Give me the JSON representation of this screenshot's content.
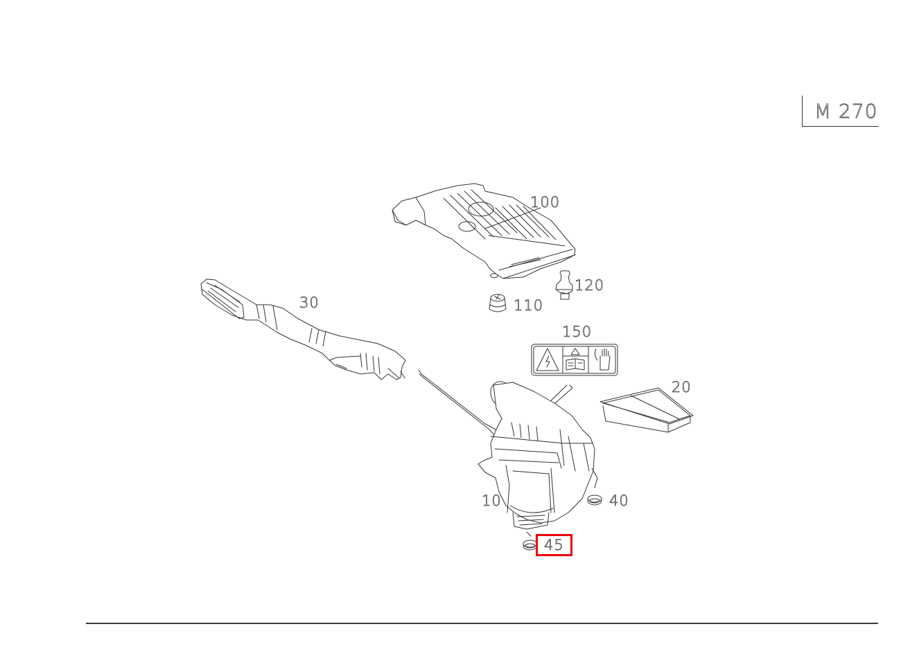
{
  "diagram": {
    "model_code": "M 270",
    "highlight_color": "#ee0000",
    "line_color": "#333333",
    "parts": [
      {
        "id": "part-10",
        "number": "10",
        "name": "air-filter-housing"
      },
      {
        "id": "part-20",
        "number": "20",
        "name": "air-filter-element"
      },
      {
        "id": "part-30",
        "number": "30",
        "name": "intake-air-duct"
      },
      {
        "id": "part-40",
        "number": "40",
        "name": "rubber-grommet"
      },
      {
        "id": "part-45",
        "number": "45",
        "name": "rubber-grommet-lower",
        "highlighted": true
      },
      {
        "id": "part-100",
        "number": "100",
        "name": "engine-cover"
      },
      {
        "id": "part-110",
        "number": "110",
        "name": "rubber-mount"
      },
      {
        "id": "part-120",
        "number": "120",
        "name": "ball-stud"
      },
      {
        "id": "part-150",
        "number": "150",
        "name": "warning-label"
      }
    ]
  },
  "labels": {
    "p10": "10",
    "p20": "20",
    "p30": "30",
    "p40": "40",
    "p45": "45",
    "p100": "100",
    "p110": "110",
    "p120": "120",
    "p150": "150"
  }
}
